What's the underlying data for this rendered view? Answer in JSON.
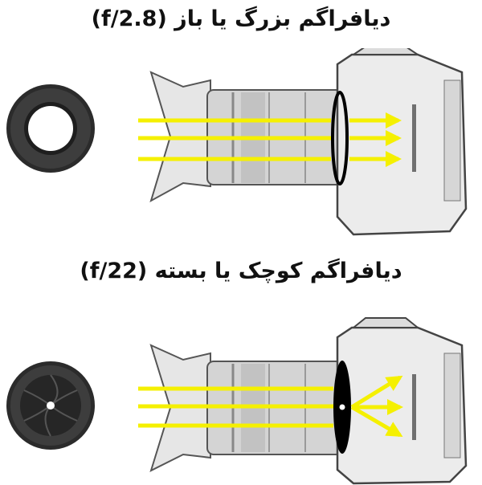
{
  "captions": {
    "top": "دیافراگم بزرگ یا باز (f/2.8)",
    "bottom": "دیافراگم کوچک یا بسته (f/22)"
  },
  "colors": {
    "light_rays": "#f5f000",
    "aperture_ring": "#000000",
    "sensor": "#707070"
  },
  "icons": {
    "aperture_open": "wide-aperture-ring-icon",
    "aperture_closed": "narrow-aperture-iris-icon",
    "camera": "dslr-camera-lens-illustration"
  }
}
